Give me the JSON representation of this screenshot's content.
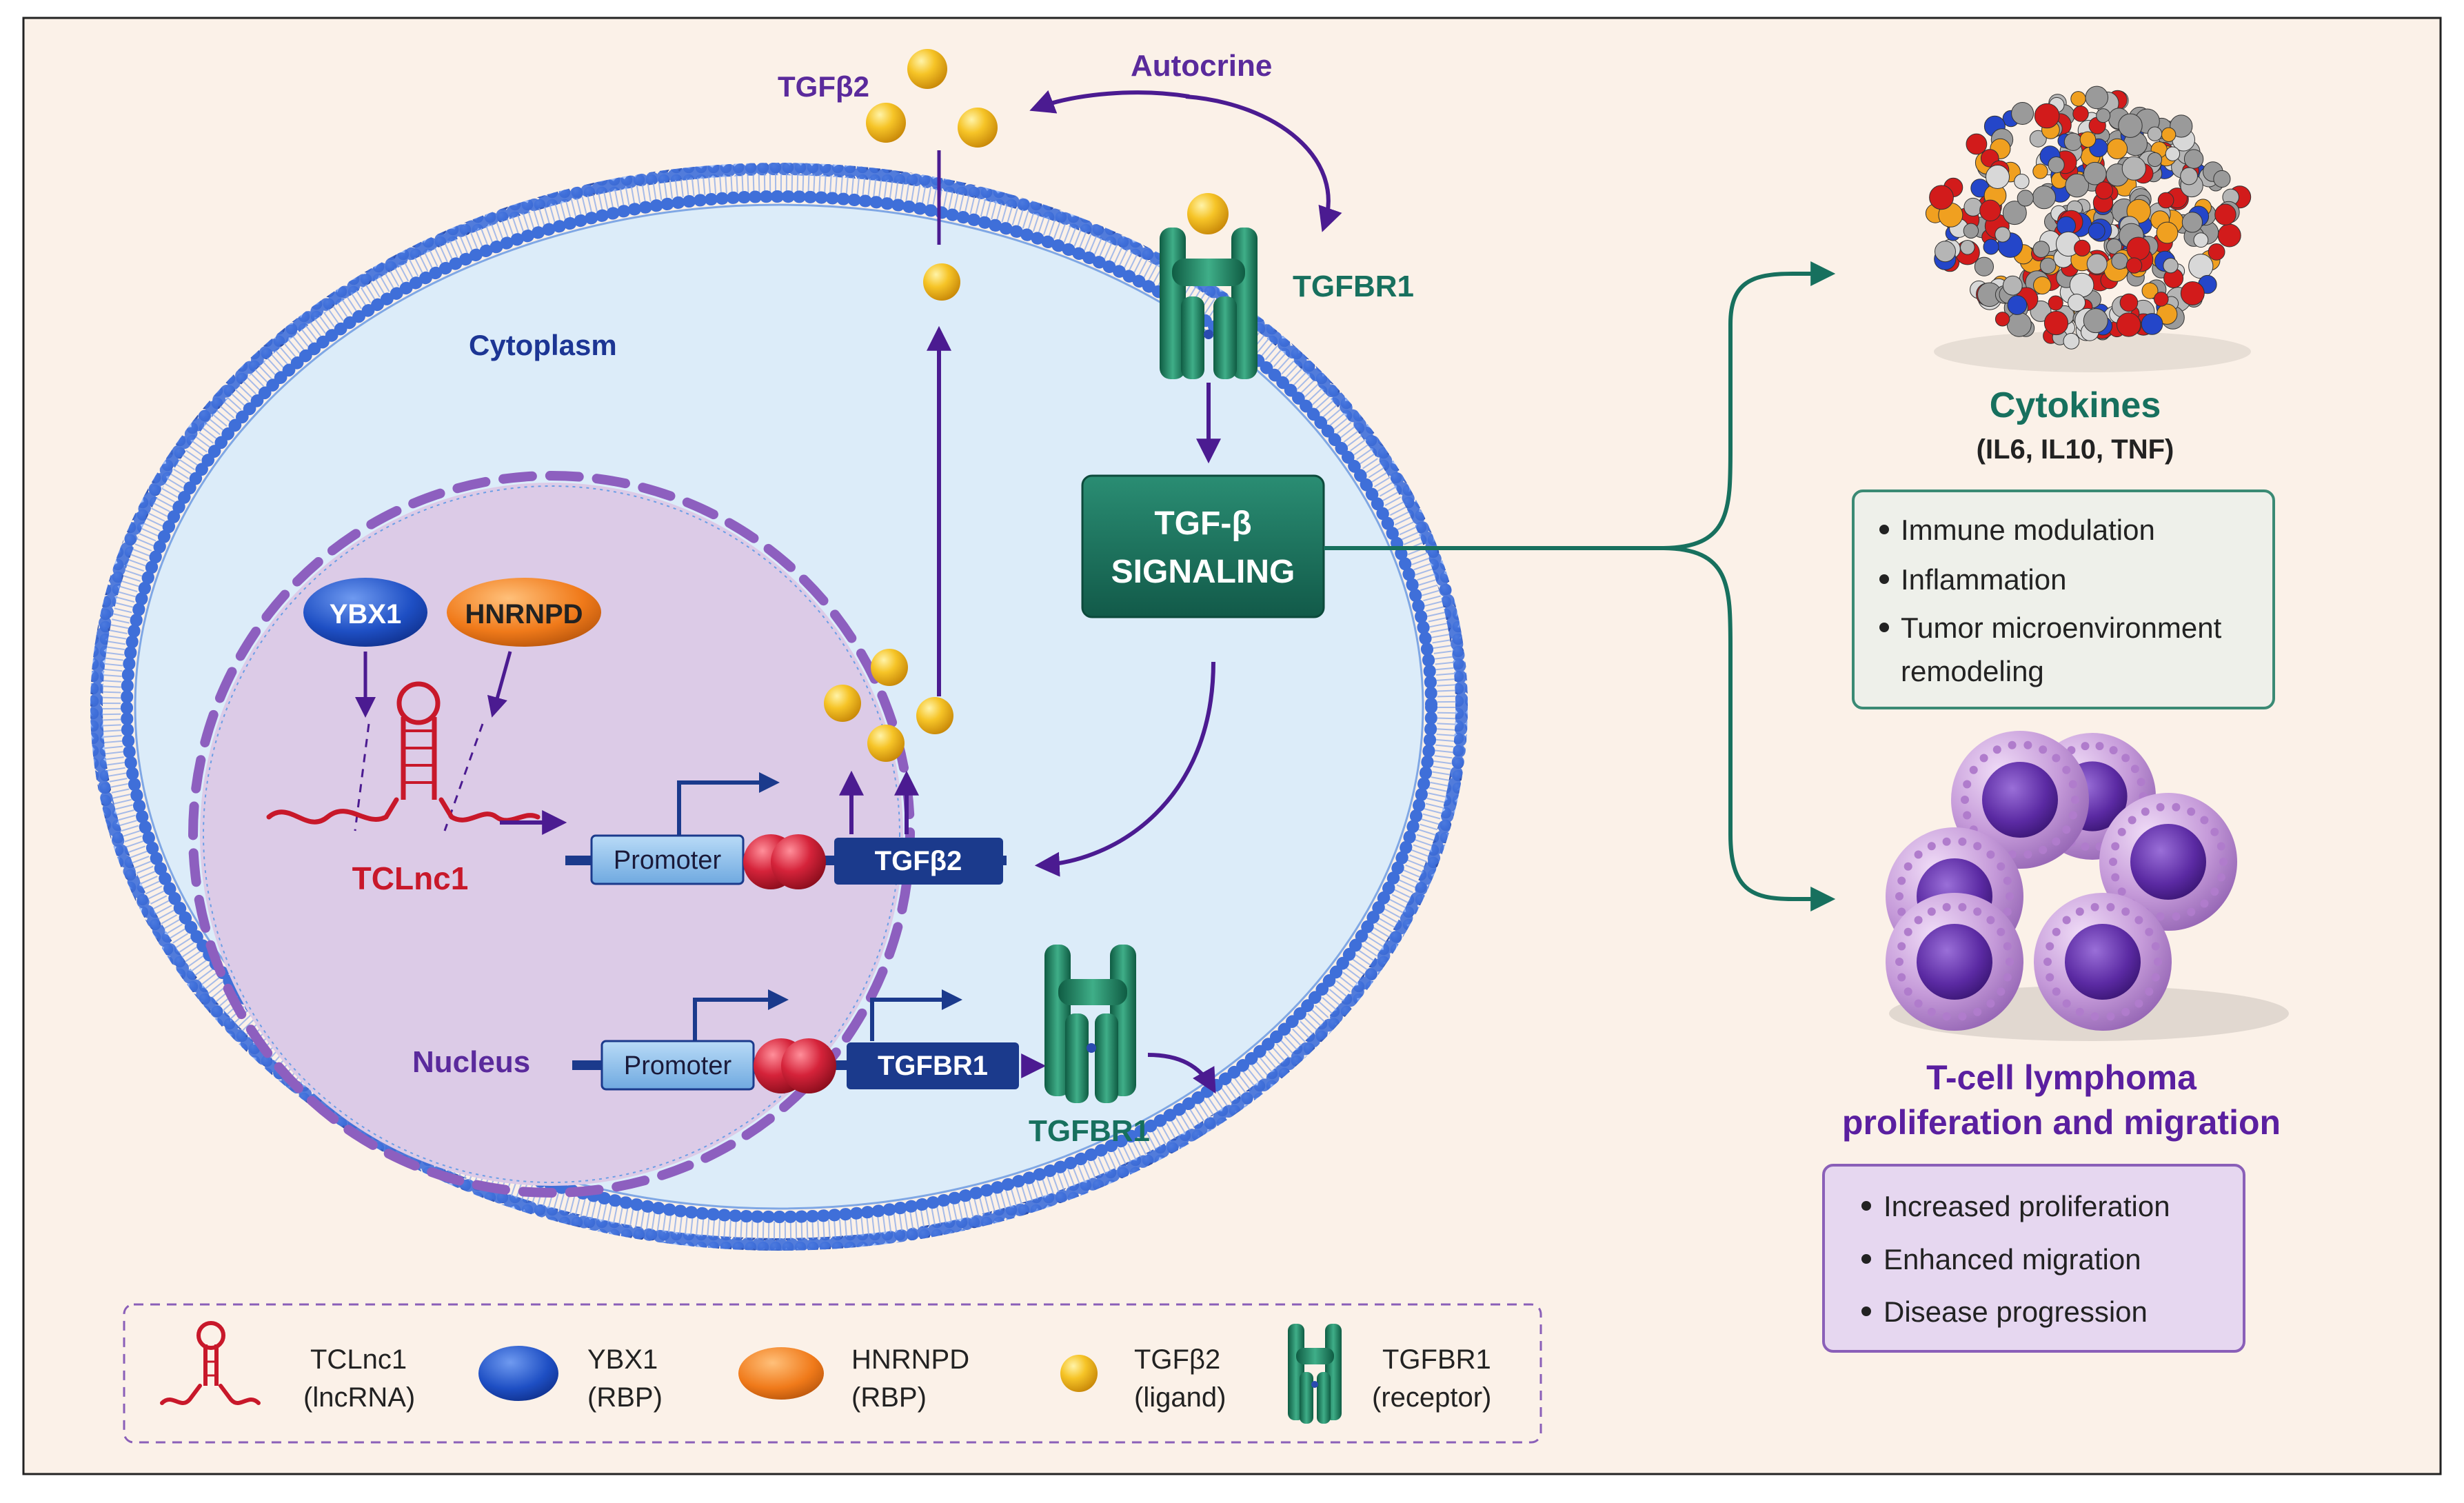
{
  "labels": {
    "tgfb2_top": "TGFβ2",
    "autocrine": "Autocrine",
    "tgfbr1_membrane": "TGFBR1",
    "cytoplasm": "Cytoplasm",
    "signaling_line1": "TGF-β",
    "signaling_line2": "SIGNALING",
    "ybx1": "YBX1",
    "hnrnpd": "HNRNPD",
    "tclnc1": "TCLnc1",
    "promoter1": "Promoter",
    "gene1": "TGFβ2",
    "promoter2": "Promoter",
    "gene2": "TGFBR1",
    "nucleus": "Nucleus",
    "tgfbr1_new": "TGFBR1"
  },
  "cytokines": {
    "title": "Cytokines",
    "subtitle": "(IL6, IL10, TNF)",
    "effects": [
      "Immune modulation",
      "Inflammation",
      "Tumor microenvironment",
      "remodeling"
    ]
  },
  "tcell": {
    "title_line1": "T-cell lymphoma",
    "title_line2": "proliferation and migration",
    "effects": [
      "Increased proliferation",
      "Enhanced migration",
      "Disease progression"
    ]
  },
  "legend": [
    {
      "icon": "rna-hairpin-icon",
      "name": "TCLnc1",
      "desc": "(lncRNA)"
    },
    {
      "icon": "blue-oval-icon",
      "name": "YBX1",
      "desc": "(RBP)"
    },
    {
      "icon": "orange-oval-icon",
      "name": "HNRNPD",
      "desc": "(RBP)"
    },
    {
      "icon": "gold-sphere-icon",
      "name": "TGFβ2",
      "desc": "(ligand)"
    },
    {
      "icon": "receptor-icon",
      "name": "TGFBR1",
      "desc": "(receptor)"
    }
  ],
  "colors": {
    "background": "#fbf1e8",
    "purple_arrow": "#4b1b91",
    "teal": "#17705e",
    "membrane_blue": "#3f6fd9",
    "cytoplasm": "#dcecf9",
    "nucleus": "#dccbe7",
    "tclnc1_red": "#c8182a",
    "gene_navy": "#1b3a8c",
    "promoter_blue": "#8bc0ee",
    "gold": "#f3b51c"
  }
}
